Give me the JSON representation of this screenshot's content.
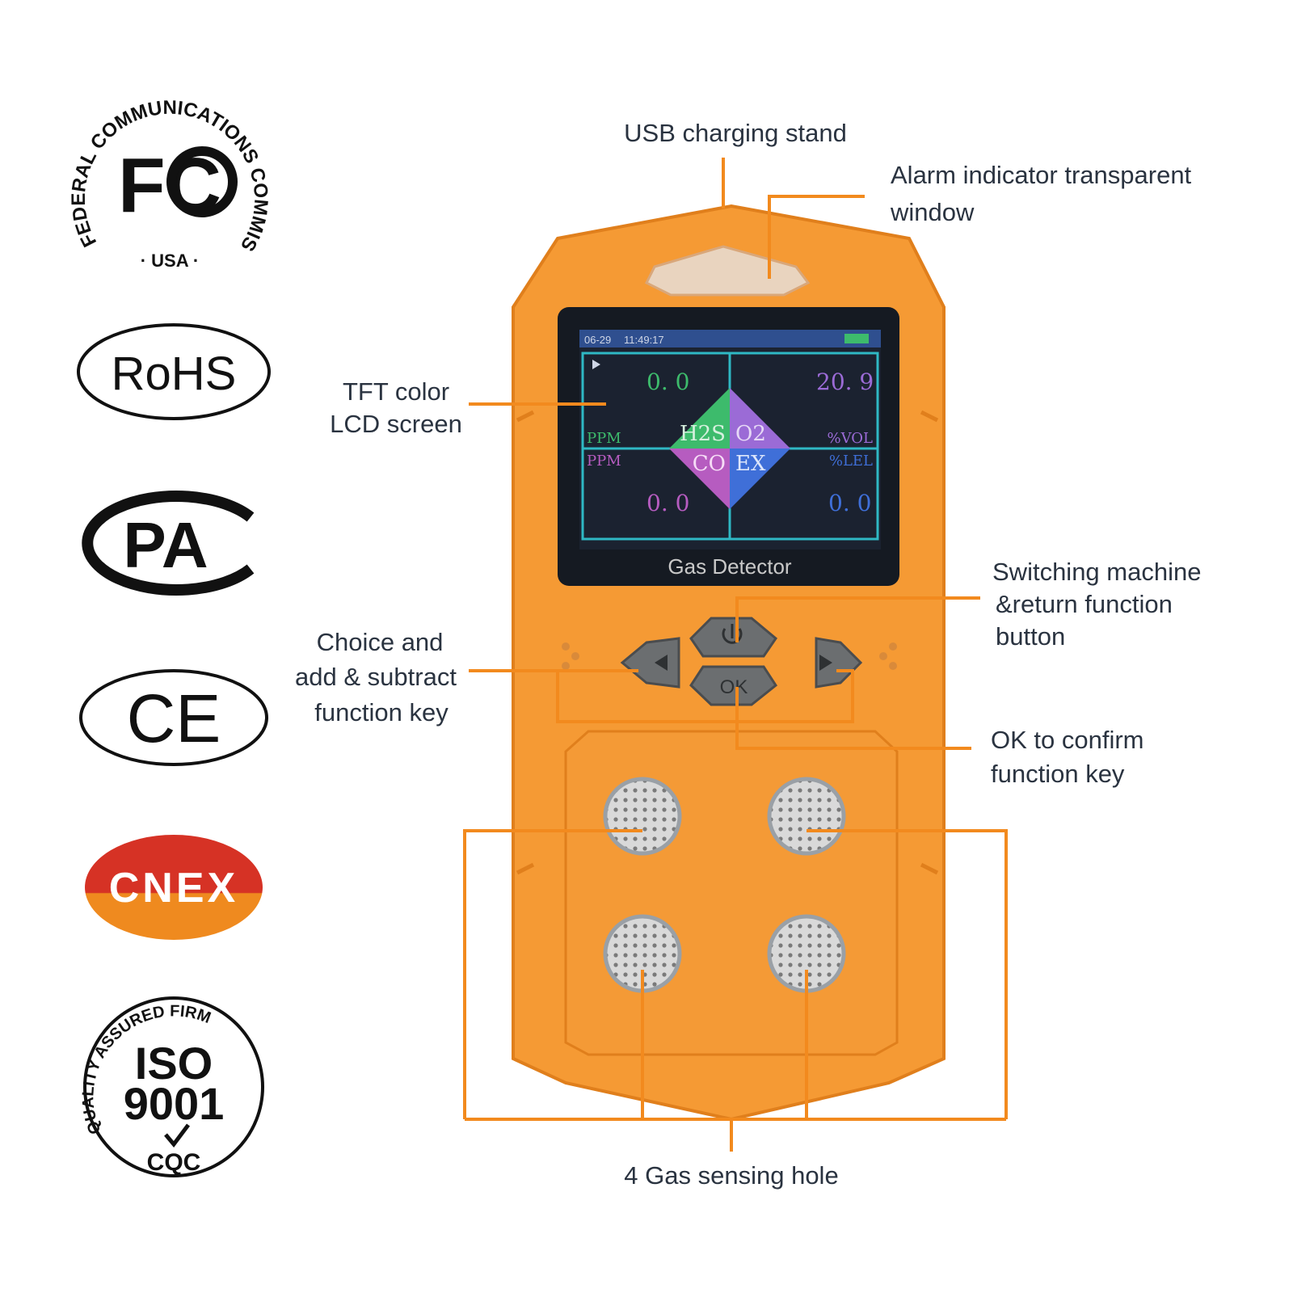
{
  "colors": {
    "body": "#f59a34",
    "body_shade": "#e07f1c",
    "leader": "#f28a1e",
    "screen_bg": "#151a22",
    "lcd_border": "#2fb8c4",
    "h2s": "#3dbb6c",
    "o2": "#9b6bd6",
    "co": "#b65cc0",
    "ex": "#3f6fd8",
    "cnex_red": "#d63225",
    "cnex_orange": "#ef8a1f"
  },
  "certifications": {
    "fcc": {
      "mark": "FC",
      "ring_text": "FEDERAL COMMUNICATIONS COMMISSION",
      "country": "· USA ·"
    },
    "rohs": {
      "label": "RoHS"
    },
    "cpa": {
      "label": "PA"
    },
    "ce": {
      "label": "CE"
    },
    "cnex": {
      "label": "CNEX"
    },
    "iso": {
      "line1": "ISO",
      "line2": "9001",
      "ring_text": "QUALITY ASSURED FIRM",
      "bottom": "CQC"
    }
  },
  "device": {
    "title": "Gas Detector",
    "ok_label": "OK",
    "screen": {
      "date": "06-29",
      "time": "11:49:17",
      "quadrants": {
        "h2s": {
          "gas": "H2S",
          "value": "0. 0",
          "unit": "PPM"
        },
        "o2": {
          "gas": "O2",
          "value": "20. 9",
          "unit": "%VOL"
        },
        "co": {
          "gas": "CO",
          "value": "0. 0",
          "unit": "PPM"
        },
        "ex": {
          "gas": "EX",
          "value": "0. 0",
          "unit": "%LEL"
        }
      }
    }
  },
  "callouts": {
    "usb": "USB charging stand",
    "alarm_1": "Alarm indicator transparent",
    "alarm_2": "window",
    "tft_1": "TFT color",
    "tft_2": "LCD screen",
    "switch_1": "Switching machine",
    "switch_2": "&return function",
    "switch_3": "button",
    "choice_1": "Choice and",
    "choice_2": "add & subtract",
    "choice_3": "function key",
    "ok_1": "OK to confirm",
    "ok_2": "function key",
    "holes": "4 Gas sensing hole"
  }
}
